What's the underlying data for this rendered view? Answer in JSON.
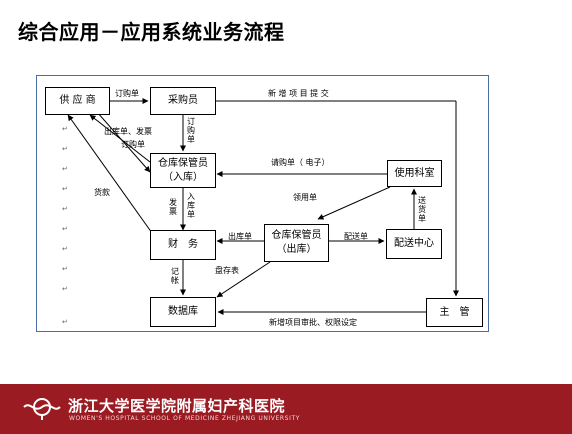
{
  "slide": {
    "title": "综合应用－应用系统业务流程"
  },
  "nodes": {
    "supplier": "供 应 商",
    "purchaser": "采购员",
    "warehouse_in_line1": "仓库保管员",
    "warehouse_in_line2": "（入库）",
    "using_dept": "使用科室",
    "finance": "财　务",
    "warehouse_out_line1": "仓库保管员",
    "warehouse_out_line2": "（出库）",
    "distribution": "配送中心",
    "database": "数据库",
    "supervisor": "主　管"
  },
  "edges": {
    "order1": "订购单",
    "order2": "订购单",
    "outbound_invoice": "出库单、发票",
    "payment": "货款",
    "new_item_submit": "新 增 项 目 提 交",
    "purchase_order_v": "订购单",
    "invoice_v": "发票",
    "inbound_v": "入库单",
    "requisition": "请购单（ 电子）",
    "receipt": "领用单",
    "outbound_to_finance": "出库单",
    "delivery": "配送单",
    "delivery_v": "送货单",
    "bookkeeping_v": "记帐",
    "inventory": "盘存表",
    "new_item_approve": "新增项目审批、权限设定"
  },
  "footer": {
    "hospital_cn": "浙江大学医学院附属妇产科医院",
    "hospital_en": "WOMEN'S HOSPITAL SCHOOL OF MEDICINE ZHEJIANG UNIVERSITY"
  },
  "colors": {
    "footer_bg": "#9b1b23",
    "frame_border": "#4a6fa5"
  },
  "icons": [
    "hospital-logo-icon"
  ]
}
